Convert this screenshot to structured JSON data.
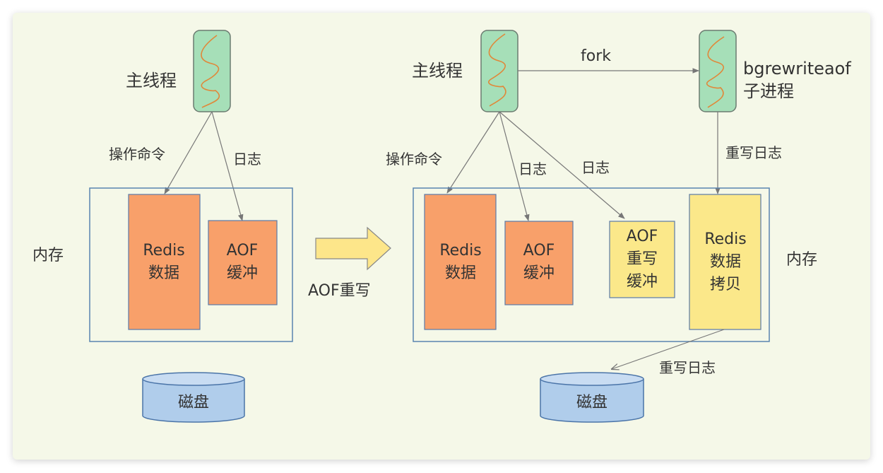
{
  "colors": {
    "background": "#f5f8e8",
    "thread_fill": "#a6dfb8",
    "thread_stroke": "#6b7b70",
    "squiggle": "#e0883a",
    "memory_border": "#5a84b0",
    "orange_box": "#f8a06a",
    "yellow_box": "#fbe88a",
    "box_border": "#5a7aa8",
    "disk_fill": "#b0cdeb",
    "disk_top": "#c8dcf2",
    "disk_stroke": "#4a74a8",
    "arrow_line": "#777777",
    "big_arrow_fill": "#fde68a",
    "text": "#333333"
  },
  "left": {
    "main_thread_label": "主线程",
    "op_command_label": "操作命令",
    "log_label": "日志",
    "memory_label": "内存",
    "redis_data": [
      "Redis",
      "数据"
    ],
    "aof_buffer": [
      "AOF",
      "缓冲"
    ],
    "disk_label": "磁盘"
  },
  "transition": {
    "label": "AOF重写"
  },
  "right": {
    "main_thread_label": "主线程",
    "fork_label": "fork",
    "child_label_line1": "bgrewriteaof",
    "child_label_line2": "子进程",
    "op_command_label": "操作命令",
    "log_label_1": "日志",
    "log_label_2": "日志",
    "rewrite_log_label": "重写日志",
    "memory_label": "内存",
    "redis_data": [
      "Redis",
      "数据"
    ],
    "aof_buffer": [
      "AOF",
      "缓冲"
    ],
    "aof_rewrite_buffer": [
      "AOF",
      "重写",
      "缓冲"
    ],
    "redis_data_copy": [
      "Redis",
      "数据",
      "拷贝"
    ],
    "disk_rewrite_log_label": "重写日志",
    "disk_label": "磁盘"
  }
}
